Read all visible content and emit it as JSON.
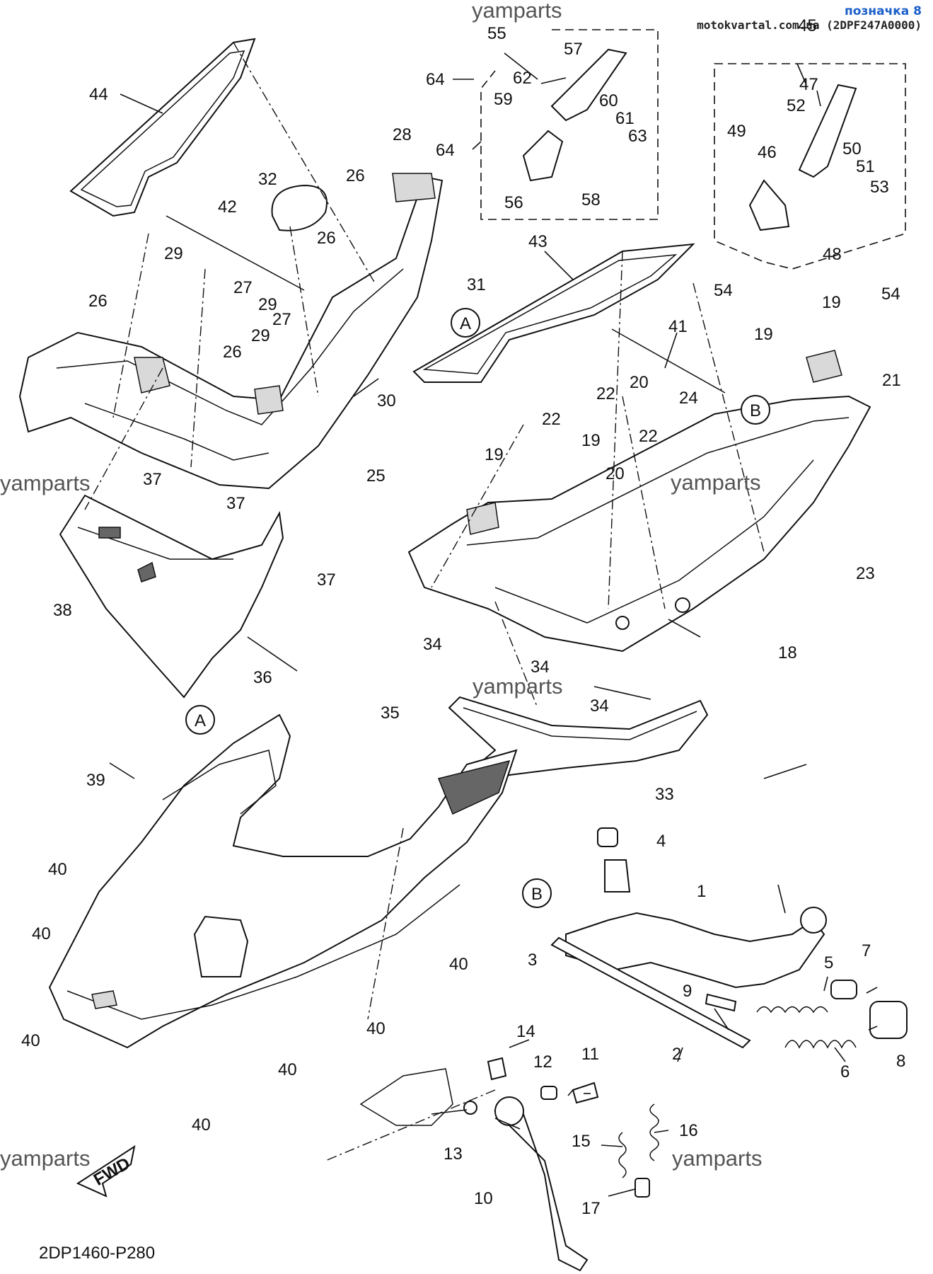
{
  "watermark": "yamparts",
  "header_tag": {
    "line1": "позначка 8",
    "line2": "motokvartal.com.ua (2DPF247A0000)"
  },
  "diagram_code": "2DP1460-P280",
  "fwd_label": "FWD",
  "ref_markers": {
    "a": "A",
    "b": "B"
  },
  "callouts": {
    "c1": "1",
    "c2": "2",
    "c3": "3",
    "c4": "4",
    "c5": "5",
    "c6": "6",
    "c7": "7",
    "c8": "8",
    "c9": "9",
    "c10": "10",
    "c11": "11",
    "c12": "12",
    "c13": "13",
    "c14": "14",
    "c15": "15",
    "c16": "16",
    "c17": "17",
    "c18": "18",
    "c19": "19",
    "c20": "20",
    "c21": "21",
    "c22": "22",
    "c23": "23",
    "c24": "24",
    "c25": "25",
    "c26": "26",
    "c27": "27",
    "c28": "28",
    "c29": "29",
    "c30": "30",
    "c31": "31",
    "c32": "32",
    "c33": "33",
    "c34": "34",
    "c35": "35",
    "c36": "36",
    "c37": "37",
    "c38": "38",
    "c39": "39",
    "c40": "40",
    "c41": "41",
    "c42": "42",
    "c43": "43",
    "c44": "44",
    "c45": "45",
    "c46": "46",
    "c47": "47",
    "c48": "48",
    "c49": "49",
    "c50": "50",
    "c51": "51",
    "c52": "52",
    "c53": "53",
    "c54": "54",
    "c55": "55",
    "c56": "56",
    "c57": "57",
    "c58": "58",
    "c59": "59",
    "c60": "60",
    "c61": "61",
    "c62": "62",
    "c63": "63",
    "c64": "64"
  }
}
